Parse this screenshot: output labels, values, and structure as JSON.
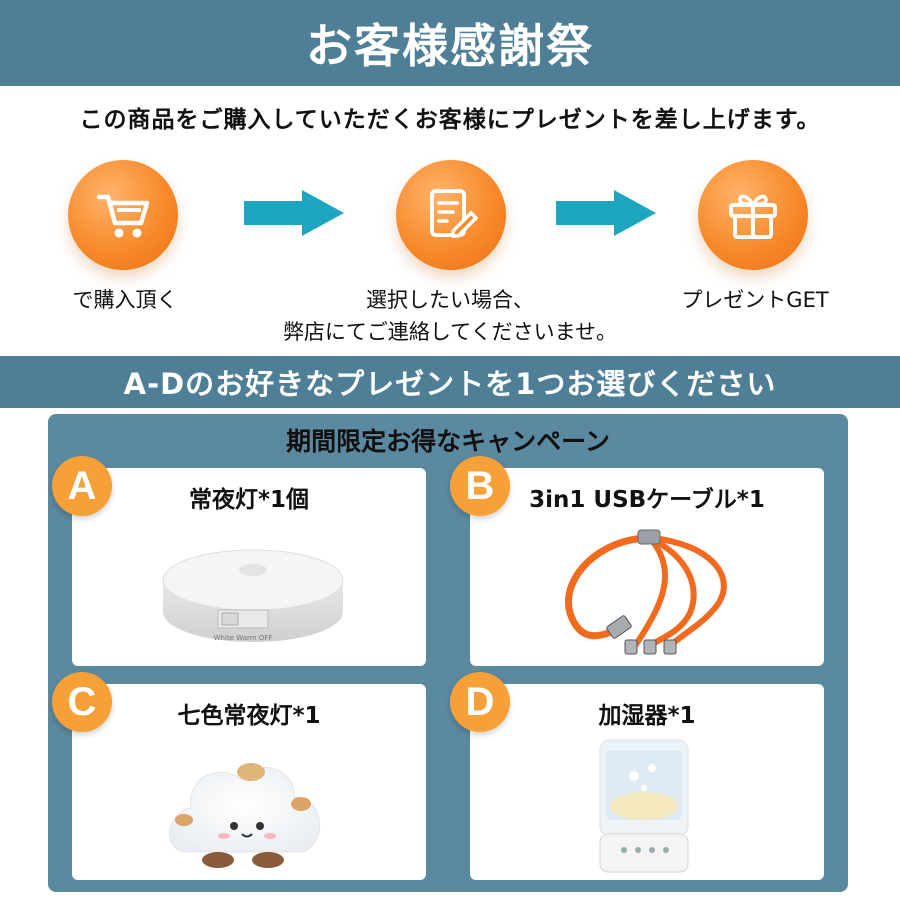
{
  "header": {
    "title": "お客様感謝祭"
  },
  "intro": {
    "text": "この商品をご購入していただくお客様にプレゼントを差し上げます。"
  },
  "steps": [
    {
      "icon": "shopping-cart-icon",
      "label": "で購入頂く"
    },
    {
      "icon": "edit-note-icon",
      "label_line1": "選択したい場合、",
      "label_line2": "弊店にてご連絡してくださいませ。"
    },
    {
      "icon": "gift-icon",
      "label": "プレゼントGET"
    }
  ],
  "banner2": {
    "text": "A-Dのお好きなプレゼントを1つお選びください"
  },
  "campaign": {
    "title": "期間限定お得なキャンペーン",
    "options": [
      {
        "letter": "A",
        "title": "常夜灯*1個",
        "image": "round-night-light",
        "switch_text": "White Warm OFF"
      },
      {
        "letter": "B",
        "title": "3in1 USBケーブル*1",
        "image": "orange-3in1-usb-cable"
      },
      {
        "letter": "C",
        "title": "七色常夜灯*1",
        "image": "cloud-night-light"
      },
      {
        "letter": "D",
        "title": "加湿器*1",
        "image": "humidifier"
      }
    ]
  },
  "colors": {
    "banner": "#4f7f96",
    "panel": "#5b89a0",
    "accent": "#f6a038",
    "arrow": "#1ea6c0"
  }
}
